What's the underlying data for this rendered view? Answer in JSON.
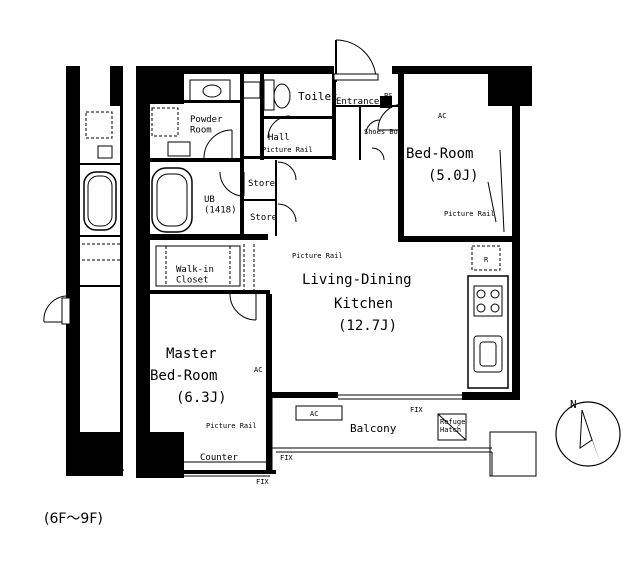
{
  "rooms": {
    "powder_room": "Powder\nRoom",
    "toilet": "Toilet",
    "entrance": "Entrance",
    "shoes_box": "Shoes Box",
    "hall": "Hall",
    "ub": "UB\n(1418)",
    "store_1": "Store",
    "store_2": "Store",
    "walk_in_closet": "Walk-in\nCloset",
    "bed_room_name": "Bed-Room",
    "bed_room_size": "(5.0J)",
    "ldk_name_1": "Living-Dining",
    "ldk_name_2": "Kitchen",
    "ldk_size": "(12.7J)",
    "master_name_1": "Master",
    "master_name_2": "Bed-Room",
    "master_size": "(6.3J)",
    "balcony": "Balcony",
    "counter": "Counter"
  },
  "fixtures": {
    "picture_rail_hall": "Picture Rail",
    "picture_rail_bed": "Picture Rail",
    "picture_rail_ldk": "Picture Rail",
    "picture_rail_master": "Picture Rail",
    "ac_bed": "AC",
    "ac_balcony": "AC",
    "ac_master": "AC",
    "fix_1": "FIX",
    "fix_2": "FIX",
    "fix_3": "FIX",
    "ps": "PS",
    "r_mark": "R",
    "refuge_hatch": "Refuge\nHatch"
  },
  "compass": {
    "label": "N"
  },
  "floor_note": "(6F～9F)"
}
